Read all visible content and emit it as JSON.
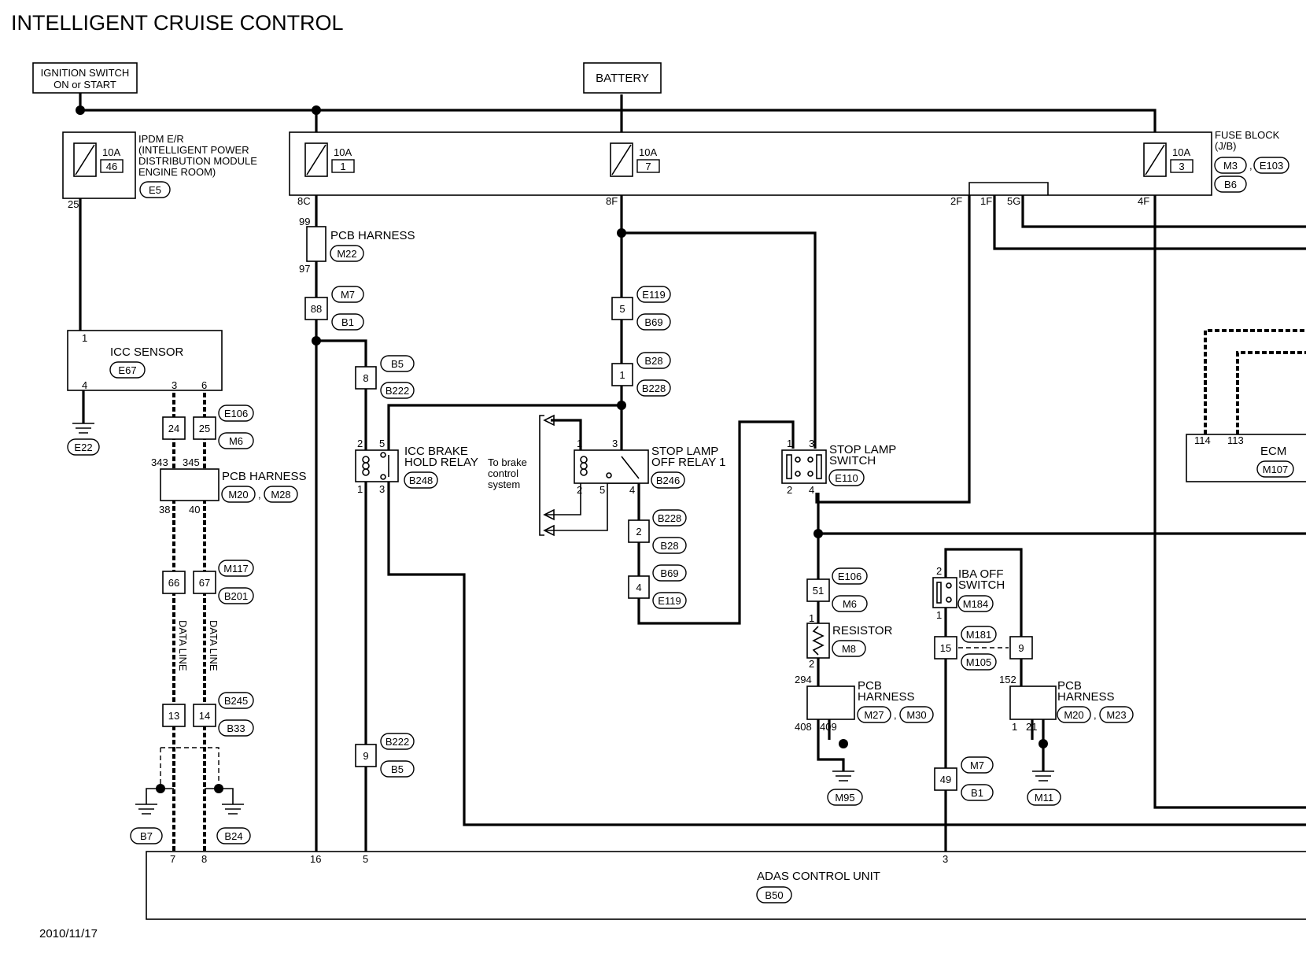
{
  "title": "INTELLIGENT CRUISE CONTROL",
  "date": "2010/11/17",
  "sources": {
    "ignition": [
      "IGNITION SWITCH",
      "ON or START"
    ],
    "battery": "BATTERY"
  },
  "ipdm": {
    "lines": [
      "IPDM E/R",
      "(INTELLIGENT POWER",
      "DISTRIBUTION MODULE",
      "ENGINE ROOM)"
    ],
    "connector": "E5",
    "fuse": {
      "rating": "10A",
      "number": "46"
    },
    "pin": "25"
  },
  "fuse_block": {
    "lines": [
      "FUSE BLOCK",
      "(J/B)"
    ],
    "connectors": [
      "M3",
      "E103",
      "B6"
    ],
    "fuses": [
      {
        "rating": "10A",
        "number": "1",
        "pin": "8C"
      },
      {
        "rating": "10A",
        "number": "7",
        "pin": "8F"
      },
      {
        "rating": "10A",
        "number": "3",
        "pin": "4F"
      }
    ],
    "pins_extra": [
      "2F",
      "1F",
      "5G"
    ]
  },
  "icc_sensor": {
    "label": "ICC SENSOR",
    "connector": "E67",
    "pins": [
      "1",
      "4",
      "3",
      "6"
    ]
  },
  "pcb_harness_1": {
    "label": "PCB HARNESS",
    "connector": "M22",
    "pins": [
      "99",
      "97"
    ]
  },
  "pcb_harness_2": {
    "label": "PCB HARNESS",
    "connectors": [
      "M20",
      "M28"
    ],
    "pins": [
      "343",
      "345",
      "38",
      "40"
    ]
  },
  "pcb_harness_3": {
    "lines": [
      "PCB",
      "HARNESS"
    ],
    "connectors": [
      "M27",
      "M30"
    ],
    "pins": [
      "294",
      "408",
      "409"
    ]
  },
  "pcb_harness_4": {
    "lines": [
      "PCB",
      "HARNESS"
    ],
    "connectors": [
      "M20",
      "M23"
    ],
    "pins": [
      "152",
      "1",
      "21"
    ]
  },
  "icc_brake_relay": {
    "lines": [
      "ICC BRAKE",
      "HOLD RELAY"
    ],
    "connector": "B248",
    "pins": [
      "2",
      "5",
      "1",
      "3"
    ]
  },
  "stop_lamp_relay": {
    "lines": [
      "STOP LAMP",
      "OFF RELAY 1"
    ],
    "connector": "B246",
    "pins": [
      "1",
      "3",
      "2",
      "5",
      "4"
    ]
  },
  "stop_lamp_switch": {
    "lines": [
      "STOP LAMP",
      "SWITCH"
    ],
    "connector": "E110",
    "pins": [
      "1",
      "3",
      "2",
      "4"
    ]
  },
  "brake_note": [
    "To brake",
    "control",
    "system"
  ],
  "iba_switch": {
    "lines": [
      "IBA OFF",
      "SWITCH"
    ],
    "connector": "M184",
    "pins": [
      "2",
      "1"
    ]
  },
  "resistor": {
    "label": "RESISTOR",
    "connector": "M8",
    "pins": [
      "1",
      "2"
    ]
  },
  "ecm": {
    "label": "ECM",
    "connector": "M107",
    "pins": [
      "114",
      "113"
    ]
  },
  "adas": {
    "label": "ADAS CONTROL UNIT",
    "connector": "B50",
    "pins": [
      "7",
      "8",
      "16",
      "5",
      "3"
    ]
  },
  "data_line_label": "DATA LINE",
  "joints": {
    "j88": {
      "pin": "88",
      "tags": [
        "M7",
        "B1"
      ]
    },
    "j8": {
      "pin": "8",
      "tags": [
        "B5",
        "B222"
      ]
    },
    "j5": {
      "pin": "5",
      "tags": [
        "E119",
        "B69"
      ]
    },
    "j1": {
      "pin": "1",
      "tags": [
        "B28",
        "B228"
      ]
    },
    "j24": {
      "pins": [
        "24",
        "25"
      ],
      "tags": [
        "E106",
        "M6"
      ]
    },
    "j66": {
      "pins": [
        "66",
        "67"
      ],
      "tags": [
        "M117",
        "B201"
      ]
    },
    "j13": {
      "pins": [
        "13",
        "14"
      ],
      "tags": [
        "B245",
        "B33"
      ]
    },
    "j2": {
      "pin": "2",
      "tags": [
        "B228",
        "B28"
      ]
    },
    "j4": {
      "pin": "4",
      "tags": [
        "B69",
        "E119"
      ]
    },
    "j51": {
      "pin": "51",
      "tags": [
        "E106",
        "M6"
      ]
    },
    "j15": {
      "pins": [
        "15",
        "9"
      ],
      "tags": [
        "M181",
        "M105"
      ]
    },
    "j9": {
      "pin": "9",
      "tags": [
        "B222",
        "B5"
      ]
    },
    "j49": {
      "pin": "49",
      "tags": [
        "M7",
        "B1"
      ]
    }
  },
  "grounds": [
    "E22",
    "B7",
    "B24",
    "M95",
    "M11"
  ]
}
